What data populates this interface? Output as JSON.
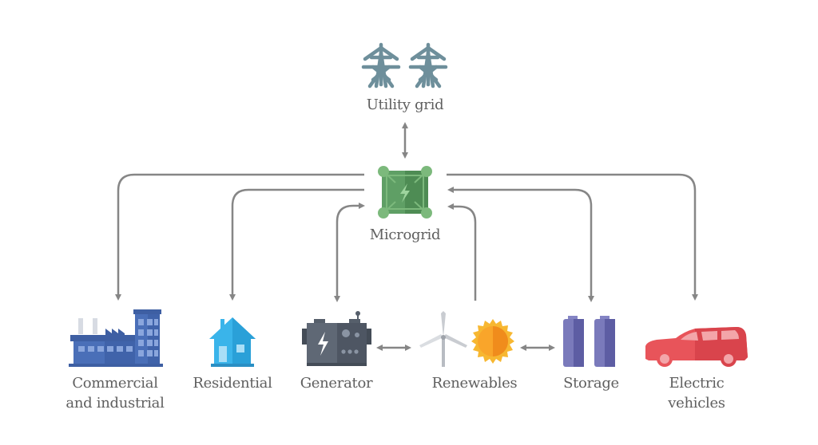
{
  "diagram": {
    "title": "Microgrid energy flow",
    "colors": {
      "arrow": "#868686",
      "label": "#5f5f5f",
      "tower": "#6e8f9b",
      "microgrid_light": "#7cb97c",
      "microgrid_dark": "#4e8c54",
      "building": "#4a6fb8",
      "house": "#3ab4ea",
      "generator": "#565f6b",
      "sun": "#f5a623",
      "battery": "#6a6aae",
      "car": "#e8545a"
    },
    "nodes": {
      "utility_grid": {
        "label": "Utility grid",
        "icon": "transmission-tower-icon"
      },
      "microgrid": {
        "label": "Microgrid",
        "icon": "microgrid-controller-icon"
      },
      "commercial": {
        "label_line1": "Commercial",
        "label_line2": "and industrial",
        "icon": "factory-icon"
      },
      "residential": {
        "label": "Residential",
        "icon": "house-icon"
      },
      "generator": {
        "label": "Generator",
        "icon": "generator-icon"
      },
      "renewables": {
        "label": "Renewables",
        "icon": "wind-turbine-sun-icon"
      },
      "storage": {
        "label": "Storage",
        "icon": "battery-icon"
      },
      "electric_vehicles": {
        "label_line1": "Electric",
        "label_line2": "vehicles",
        "icon": "car-icon"
      }
    },
    "edges": [
      {
        "from": "utility_grid",
        "to": "microgrid",
        "direction": "bidirectional"
      },
      {
        "from": "microgrid",
        "to": "commercial",
        "direction": "one-way"
      },
      {
        "from": "microgrid",
        "to": "residential",
        "direction": "one-way"
      },
      {
        "from": "generator",
        "to": "microgrid",
        "direction": "bidirectional"
      },
      {
        "from": "renewables",
        "to": "microgrid",
        "direction": "one-way"
      },
      {
        "from": "storage",
        "to": "microgrid",
        "direction": "bidirectional"
      },
      {
        "from": "microgrid",
        "to": "electric_vehicles",
        "direction": "one-way"
      },
      {
        "from": "generator",
        "to": "renewables",
        "direction": "bidirectional"
      },
      {
        "from": "renewables",
        "to": "storage",
        "direction": "bidirectional"
      }
    ]
  }
}
